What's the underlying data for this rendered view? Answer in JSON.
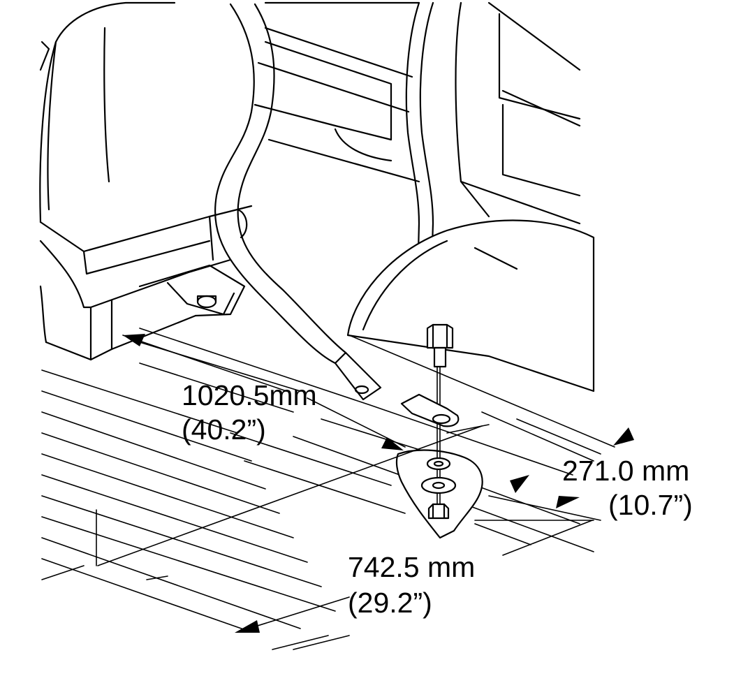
{
  "figure": {
    "dimensions": [
      {
        "id": "seat-distance",
        "metric": "1020.5mm",
        "imperial": "(40.2”)"
      },
      {
        "id": "side-offset",
        "metric": "271.0 mm",
        "imperial": "(10.7”)"
      },
      {
        "id": "rear-offset",
        "metric": "742.5 mm",
        "imperial": "(29.2”)"
      }
    ]
  }
}
